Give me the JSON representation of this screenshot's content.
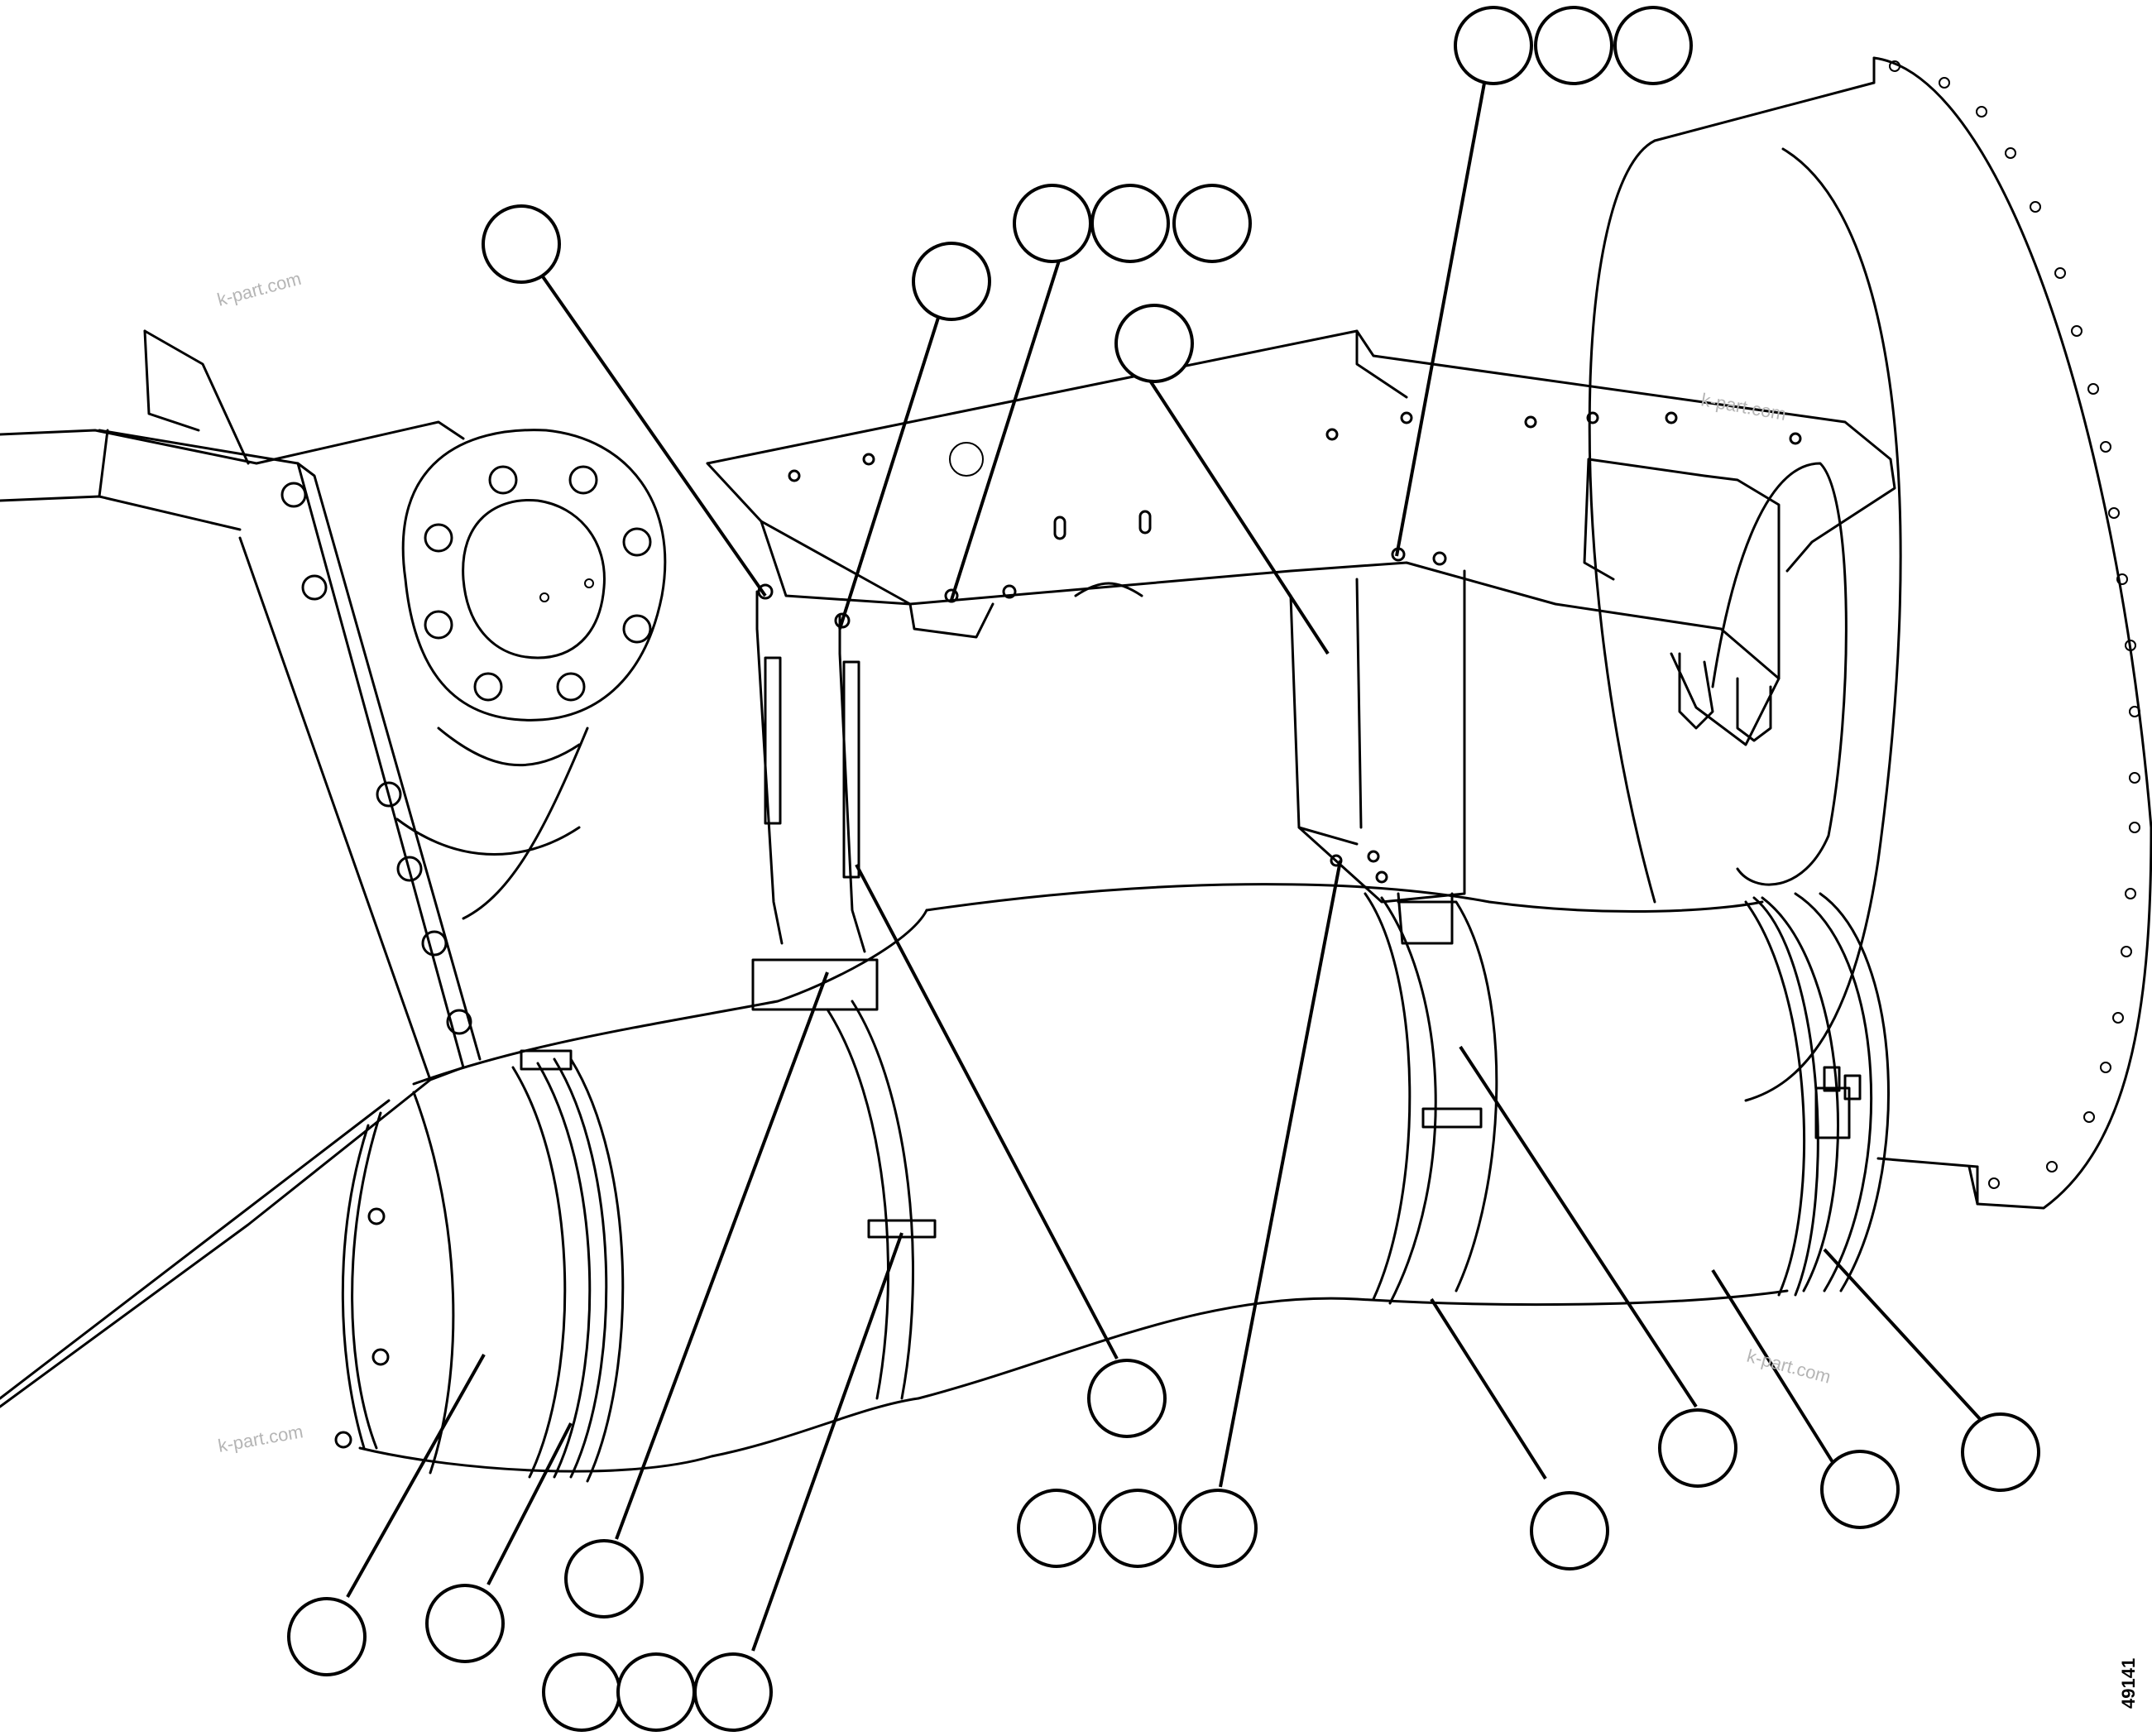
{
  "drawing": {
    "figure_number": "49141",
    "watermark_text": "k-part.com"
  },
  "callouts": [
    {
      "id": "c01"
    },
    {
      "id": "c02"
    },
    {
      "id": "c03"
    },
    {
      "id": "c04"
    },
    {
      "id": "c05"
    },
    {
      "id": "c06"
    },
    {
      "id": "c07"
    },
    {
      "id": "c08"
    },
    {
      "id": "c09"
    },
    {
      "id": "c10"
    },
    {
      "id": "c11"
    },
    {
      "id": "c12"
    },
    {
      "id": "c13"
    },
    {
      "id": "c14"
    },
    {
      "id": "c15"
    },
    {
      "id": "c16"
    },
    {
      "id": "c17"
    },
    {
      "id": "c18"
    },
    {
      "id": "c19"
    },
    {
      "id": "c20"
    },
    {
      "id": "c21"
    },
    {
      "id": "c22"
    },
    {
      "id": "c23"
    },
    {
      "id": "c24"
    },
    {
      "id": "c25"
    }
  ],
  "colors": {
    "line": "#000000",
    "background": "#ffffff",
    "watermark": "#b5b5b5"
  }
}
